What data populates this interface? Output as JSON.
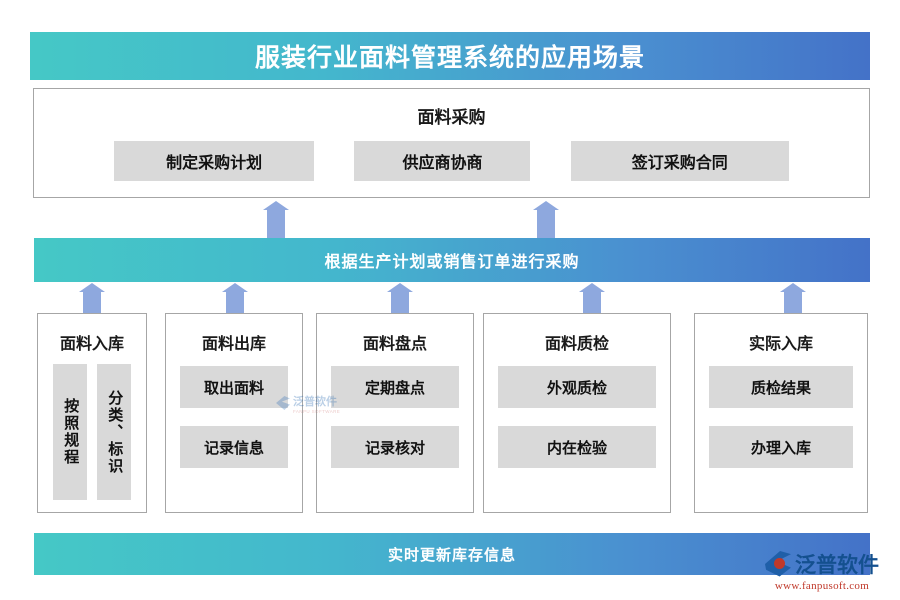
{
  "header": {
    "title": "服装行业面料管理系统的应用场景",
    "gradient_start": "#45c8c6",
    "gradient_end": "#4472c8"
  },
  "procurement": {
    "title": "面料采购",
    "items": [
      {
        "label": "制定采购计划"
      },
      {
        "label": "供应商协商"
      },
      {
        "label": "签订采购合同"
      }
    ]
  },
  "mid_banner": {
    "text": "根据生产计划或销售订单进行采购"
  },
  "bottom_banner": {
    "text": "实时更新库存信息"
  },
  "columns": [
    {
      "title": "面料入库",
      "orientation": "vertical",
      "items": [
        {
          "label": "按照规程"
        },
        {
          "label": "分类、标识"
        }
      ]
    },
    {
      "title": "面料出库",
      "orientation": "horizontal",
      "items": [
        {
          "label": "取出面料"
        },
        {
          "label": "记录信息"
        }
      ]
    },
    {
      "title": "面料盘点",
      "orientation": "horizontal",
      "items": [
        {
          "label": "定期盘点"
        },
        {
          "label": "记录核对"
        }
      ]
    },
    {
      "title": "面料质检",
      "orientation": "horizontal",
      "items": [
        {
          "label": "外观质检"
        },
        {
          "label": "内在检验"
        }
      ]
    },
    {
      "title": "实际入库",
      "orientation": "horizontal",
      "items": [
        {
          "label": "质检结果"
        },
        {
          "label": "办理入库"
        }
      ]
    }
  ],
  "watermark": {
    "cn": "泛普软件",
    "en": "FANPU SOFTWARE"
  },
  "brand": {
    "name": "泛普软件",
    "url": "www.fanpusoft.com",
    "color": "#14508f",
    "url_color": "#c0392b"
  },
  "colors": {
    "chip_gray": "#d9d9d9",
    "arrow_blue": "#8ea8de",
    "border_gray": "#a6a6a6"
  }
}
